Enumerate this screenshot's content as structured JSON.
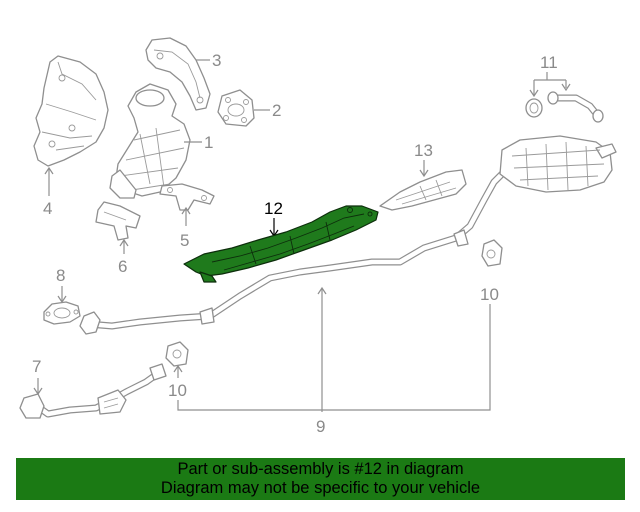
{
  "callouts": {
    "c1": "1",
    "c2": "2",
    "c3": "3",
    "c4": "4",
    "c5": "5",
    "c6": "6",
    "c7": "7",
    "c8": "8",
    "c9": "9",
    "c10a": "10",
    "c10b": "10",
    "c11": "11",
    "c12": "12",
    "c13": "13"
  },
  "highlighted_part": "12",
  "colors": {
    "highlight": "#1f7a1c",
    "banner": "#1b7a14",
    "line_art": "#8f8f8f"
  },
  "banner": {
    "line1": "Part or sub-assembly is #12 in diagram",
    "line2": "Diagram may not be specific to your vehicle"
  }
}
